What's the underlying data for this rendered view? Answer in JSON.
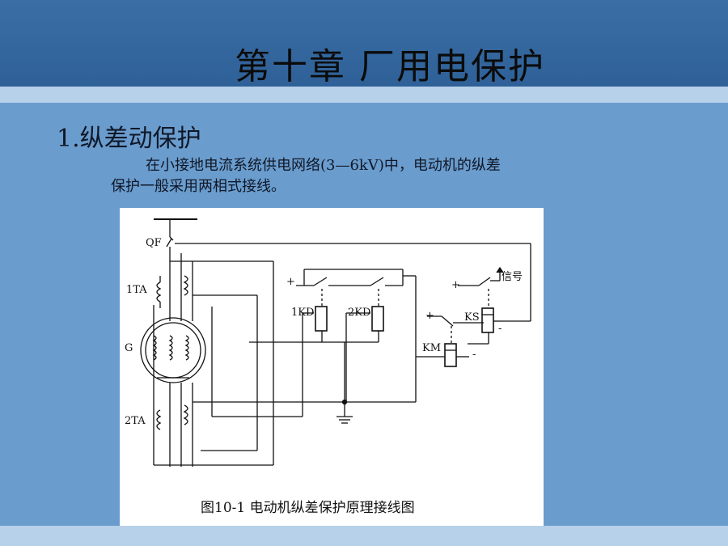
{
  "slide": {
    "title": "第十章  厂用电保护",
    "section_heading": "1.纵差动保护",
    "body_line1": "在小接地电流系统供电网络(3—6kV)中，电动机的纵差",
    "body_line2": "保护一般采用两相式接线。"
  },
  "figure": {
    "caption": "图10-1    电动机纵差保护原理接线图",
    "labels": {
      "qf": "QF",
      "ta1": "1TA",
      "g": "G",
      "ta2": "2TA",
      "kd1": "1KD",
      "kd2": "2KD",
      "km": "KM",
      "ks": "KS",
      "signal": "信号",
      "plus1": "+",
      "plus2": "+",
      "plus3": "+",
      "minus1": "-",
      "minus2": "-"
    }
  },
  "colors": {
    "background": "#6a9ccd",
    "title_bar": "#2f6198",
    "stripe": "#b7d1ea"
  }
}
